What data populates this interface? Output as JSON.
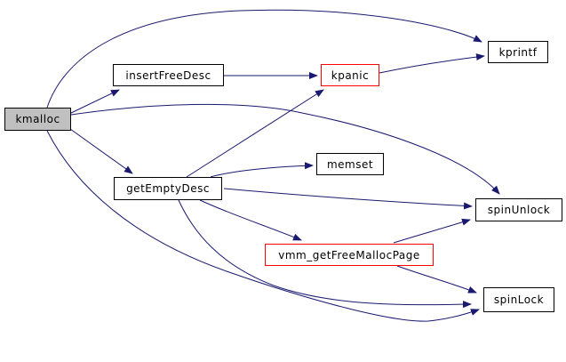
{
  "diagram": {
    "type": "call-graph",
    "root_function": "kmalloc",
    "colors": {
      "background": "#ffffff",
      "edge": "#191970",
      "node_border": "#000000",
      "truncated_node_border": "#ff0000",
      "root_node_fill": "#c0c0c0",
      "node_fill": "#ffffff",
      "text": "#000000"
    },
    "nodes": [
      {
        "id": "kmalloc",
        "label": "kmalloc",
        "style": "root"
      },
      {
        "id": "insertFreeDesc",
        "label": "insertFreeDesc",
        "style": "normal"
      },
      {
        "id": "kpanic",
        "label": "kpanic",
        "style": "truncated"
      },
      {
        "id": "kprintf",
        "label": "kprintf",
        "style": "normal"
      },
      {
        "id": "memset",
        "label": "memset",
        "style": "normal"
      },
      {
        "id": "getEmptyDesc",
        "label": "getEmptyDesc",
        "style": "normal"
      },
      {
        "id": "spinUnlock",
        "label": "spinUnlock",
        "style": "normal"
      },
      {
        "id": "vmm_getFreeMallocPage",
        "label": "vmm_getFreeMallocPage",
        "style": "truncated"
      },
      {
        "id": "spinLock",
        "label": "spinLock",
        "style": "normal"
      }
    ],
    "edges": [
      {
        "from": "kmalloc",
        "to": "kprintf"
      },
      {
        "from": "kmalloc",
        "to": "insertFreeDesc"
      },
      {
        "from": "kmalloc",
        "to": "getEmptyDesc"
      },
      {
        "from": "kmalloc",
        "to": "spinUnlock"
      },
      {
        "from": "kmalloc",
        "to": "spinLock"
      },
      {
        "from": "insertFreeDesc",
        "to": "kpanic"
      },
      {
        "from": "kpanic",
        "to": "kprintf"
      },
      {
        "from": "getEmptyDesc",
        "to": "kpanic"
      },
      {
        "from": "getEmptyDesc",
        "to": "memset"
      },
      {
        "from": "getEmptyDesc",
        "to": "spinUnlock"
      },
      {
        "from": "getEmptyDesc",
        "to": "vmm_getFreeMallocPage"
      },
      {
        "from": "getEmptyDesc",
        "to": "spinLock"
      },
      {
        "from": "vmm_getFreeMallocPage",
        "to": "spinUnlock"
      },
      {
        "from": "vmm_getFreeMallocPage",
        "to": "spinLock"
      }
    ]
  }
}
